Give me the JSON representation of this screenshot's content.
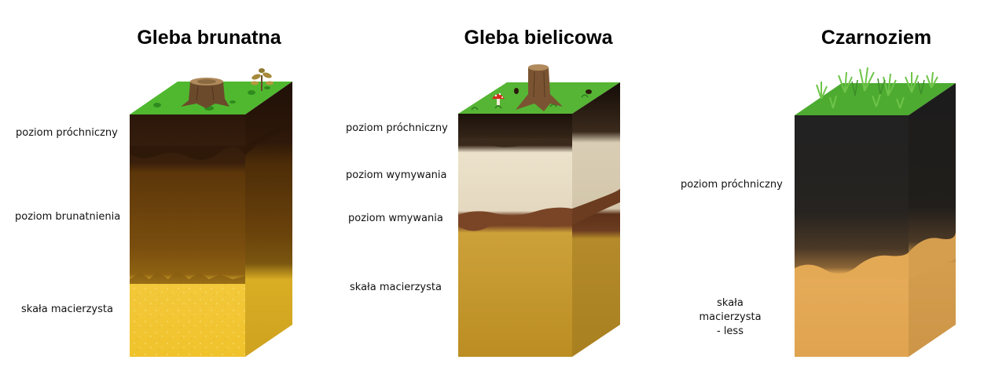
{
  "profiles": [
    {
      "title": "Gleba brunatna",
      "labels": [
        "poziom próchniczny",
        "poziom brunatnienia",
        "skała macierzysta"
      ]
    },
    {
      "title": "Gleba bielicowa",
      "labels": [
        "poziom próchniczny",
        "poziom wymywania",
        "poziom wmywania",
        "skała macierzysta"
      ]
    },
    {
      "title": "Czarnoziem",
      "labels": [
        "poziom próchniczny",
        "skała macierzysta\n- less"
      ]
    }
  ],
  "colors": {
    "grass": "#4fb82f",
    "humus_dark": "#2a160b",
    "brown_horizon": "#7a4d0c",
    "yellow_rock": "#f0c52e",
    "bleached": "#e7dcc4",
    "illuvial": "#6b3a1f",
    "loess": "#e3a955",
    "chernozem": "#222222"
  },
  "icons": [
    "tree-stump-icon",
    "sapling-icon",
    "mushroom-icon",
    "pine-cone-icon",
    "grass-tuft-icon"
  ]
}
